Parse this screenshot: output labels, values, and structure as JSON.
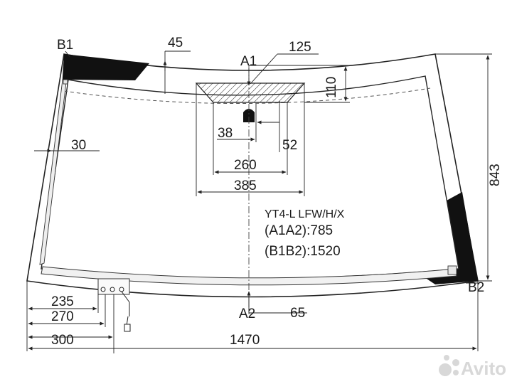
{
  "diagram": {
    "labels": {
      "b1": "B1",
      "b2": "B2",
      "a1": "A1",
      "a2": "A2"
    },
    "dimensions": {
      "d45": "45",
      "d125": "125",
      "d110": "110",
      "d30": "30",
      "d38": "38",
      "d52": "52",
      "d260": "260",
      "d385": "385",
      "d843": "843",
      "d65": "65",
      "d235": "235",
      "d270": "270",
      "d300": "300",
      "d1470": "1470"
    },
    "info": {
      "model": "YT4-L LFW/H/X",
      "a1a2": "(A1A2):785",
      "b1b2": "(B1B2):1520"
    }
  },
  "watermark": {
    "text": "Avito",
    "icon": "avito-logo-icon"
  }
}
